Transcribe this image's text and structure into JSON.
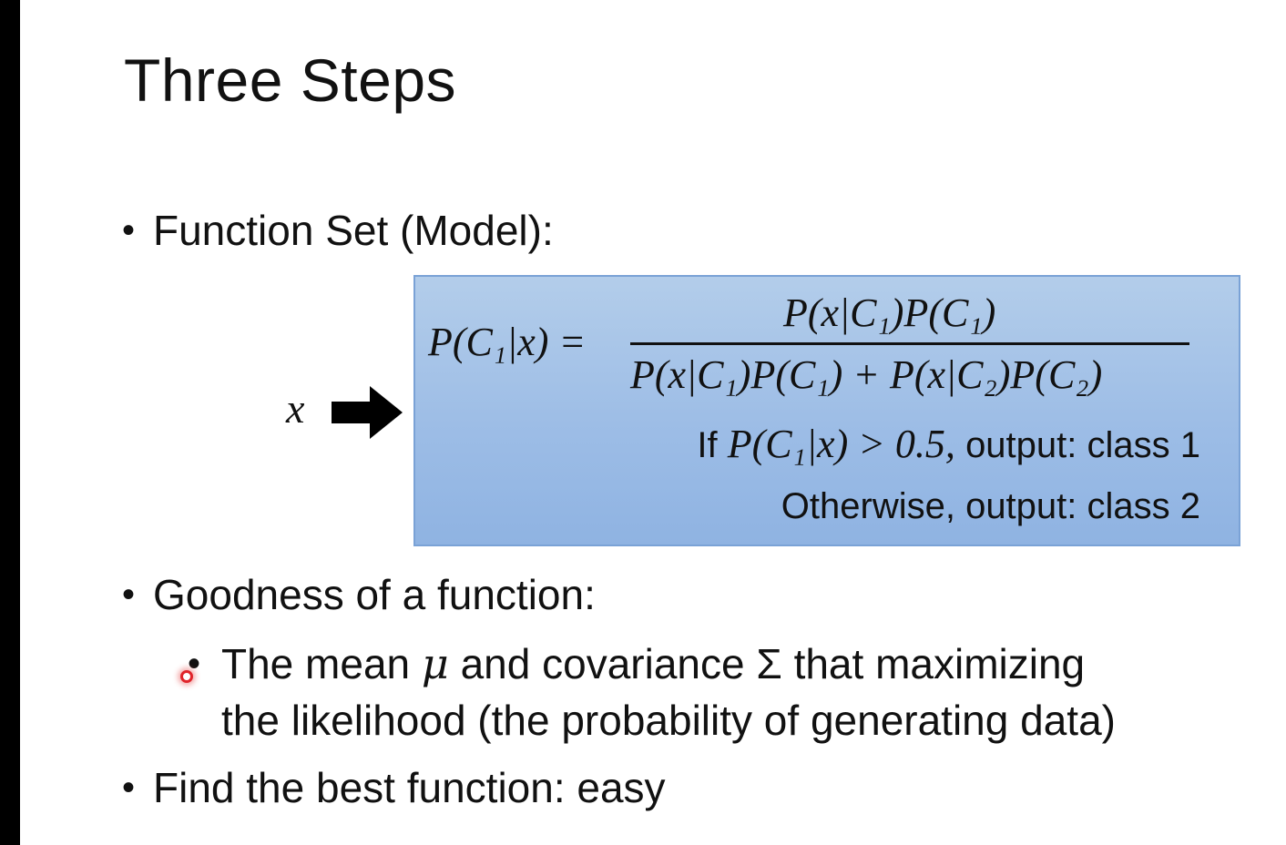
{
  "slide": {
    "title": "Three Steps",
    "bullet1": "Function Set (Model):",
    "input_symbol": "x",
    "formula": {
      "lhs": "P(C₁|x) =",
      "numerator": "P(x|C₁)P(C₁)",
      "denominator": "P(x|C₁)P(C₁) + P(x|C₂)P(C₂)"
    },
    "condition1_prefix": "If",
    "condition1_math": "P(C₁|x) > 0.5,",
    "condition1_suffix": "output: class 1",
    "condition2": "Otherwise, output: class 2",
    "bullet2": "Goodness of a function:",
    "sub_bullet_line1_a": "The mean",
    "sub_bullet_mu": "μ",
    "sub_bullet_line1_b": "and covariance Σ that maximizing",
    "sub_bullet_line2": "the likelihood (the probability of generating data)",
    "bullet3": "Find the best function: easy"
  },
  "colors": {
    "box_fill": "#9dbde6",
    "box_border": "#7aa2d6",
    "cursor": "#e0242a",
    "text": "#111111"
  },
  "icons": {
    "arrow": "right-arrow-icon",
    "cursor": "pointer-cursor-icon",
    "bullet": "bullet-dot-icon"
  }
}
